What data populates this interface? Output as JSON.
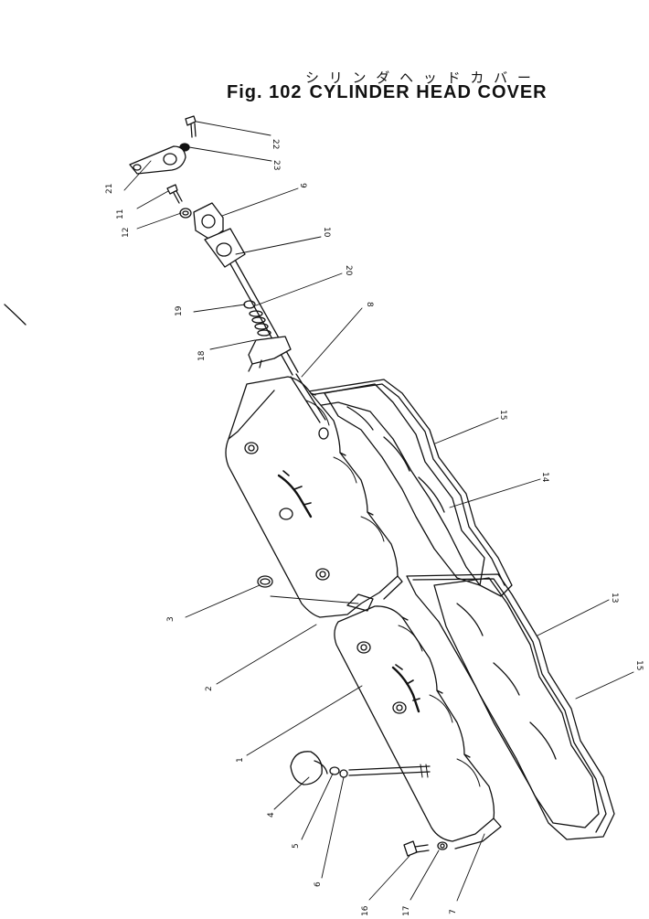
{
  "title": {
    "japanese": "シ リ ン ダ  ヘ ッ ド  カ バ ー",
    "figure": "Fig. 102",
    "english": "CYLINDER HEAD COVER"
  },
  "callouts": [
    {
      "id": "c22",
      "label": "22"
    },
    {
      "id": "c23",
      "label": "23"
    },
    {
      "id": "c21",
      "label": "21"
    },
    {
      "id": "c11",
      "label": "11"
    },
    {
      "id": "c12",
      "label": "12"
    },
    {
      "id": "c9",
      "label": "9"
    },
    {
      "id": "c10",
      "label": "10"
    },
    {
      "id": "c20",
      "label": "20"
    },
    {
      "id": "c19",
      "label": "19"
    },
    {
      "id": "c8",
      "label": "8"
    },
    {
      "id": "c18",
      "label": "18"
    },
    {
      "id": "c15a",
      "label": "15"
    },
    {
      "id": "c14",
      "label": "14"
    },
    {
      "id": "c13",
      "label": "13"
    },
    {
      "id": "c15b",
      "label": "15"
    },
    {
      "id": "c3",
      "label": "3"
    },
    {
      "id": "c2",
      "label": "2"
    },
    {
      "id": "c1",
      "label": "1"
    },
    {
      "id": "c4",
      "label": "4"
    },
    {
      "id": "c5",
      "label": "5"
    },
    {
      "id": "c6",
      "label": "6"
    },
    {
      "id": "c16",
      "label": "16"
    },
    {
      "id": "c17",
      "label": "17"
    },
    {
      "id": "c7",
      "label": "7"
    }
  ]
}
